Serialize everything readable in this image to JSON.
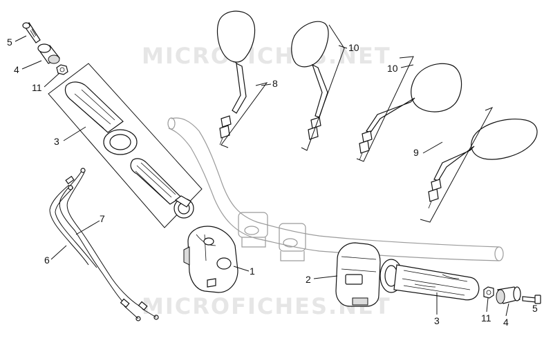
{
  "watermarks": [
    "MICROFICHES.NET",
    "MICROFICHES.NET"
  ],
  "callouts": [
    {
      "id": "c5a",
      "text": "5"
    },
    {
      "id": "c4a",
      "text": "4"
    },
    {
      "id": "c11a",
      "text": "11"
    },
    {
      "id": "c3a",
      "text": "3"
    },
    {
      "id": "c7",
      "text": "7"
    },
    {
      "id": "c6",
      "text": "6"
    },
    {
      "id": "c8",
      "text": "8"
    },
    {
      "id": "c10a",
      "text": "10"
    },
    {
      "id": "c10b",
      "text": "10"
    },
    {
      "id": "c9",
      "text": "9"
    },
    {
      "id": "c1",
      "text": "1"
    },
    {
      "id": "c2",
      "text": "2"
    },
    {
      "id": "c3b",
      "text": "3"
    },
    {
      "id": "c11b",
      "text": "11"
    },
    {
      "id": "c4b",
      "text": "4"
    },
    {
      "id": "c5b",
      "text": "5"
    }
  ]
}
